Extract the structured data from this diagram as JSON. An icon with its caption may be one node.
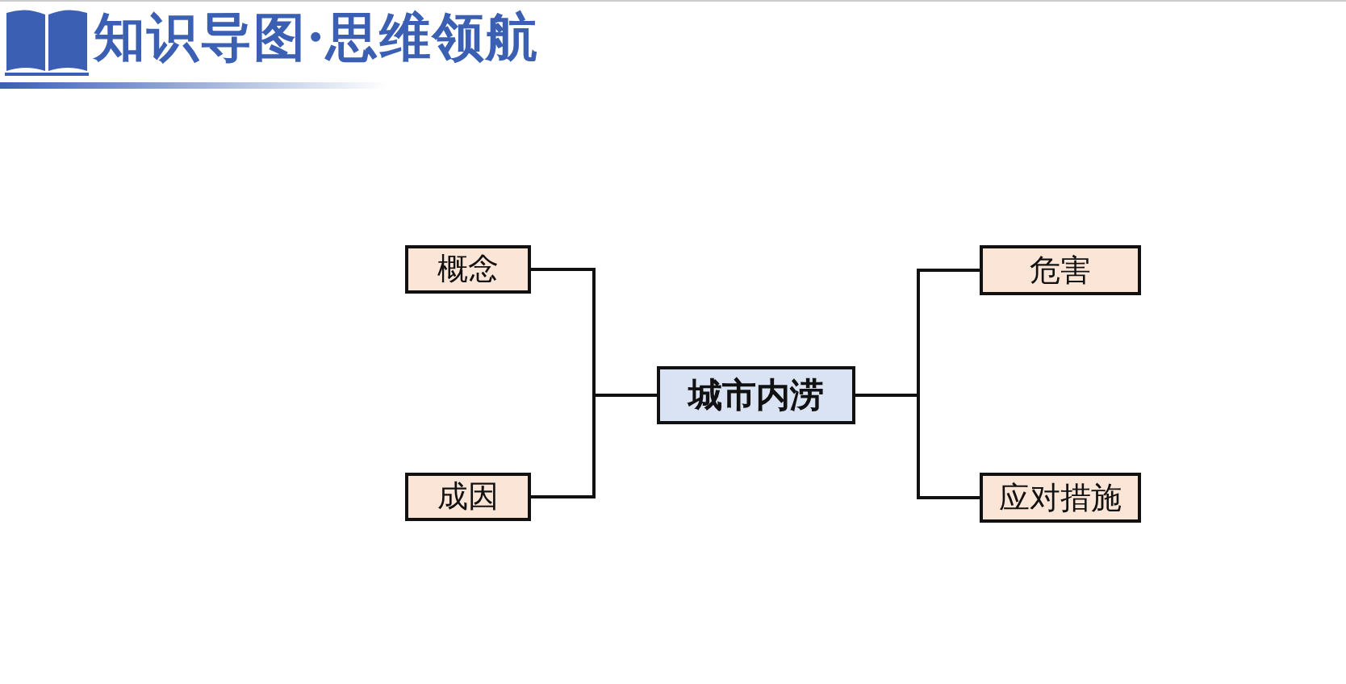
{
  "diagram": {
    "title": "知识导图·思维领航",
    "nodes": [
      {
        "text": [
          "城市内涝"
        ]
      },
      {
        "text": [
          "概念"
        ]
      },
      {
        "text": [
          "成因"
        ]
      },
      {
        "text": [
          "危害"
        ]
      },
      {
        "text": [
          "应对措施"
        ]
      }
    ],
    "edges": [
      {
        "from": 0,
        "to": 1,
        "arrow": "none"
      },
      {
        "from": 0,
        "to": 2,
        "arrow": "none"
      },
      {
        "from": 0,
        "to": 3,
        "arrow": "none"
      },
      {
        "from": 0,
        "to": 4,
        "arrow": "none"
      }
    ]
  }
}
